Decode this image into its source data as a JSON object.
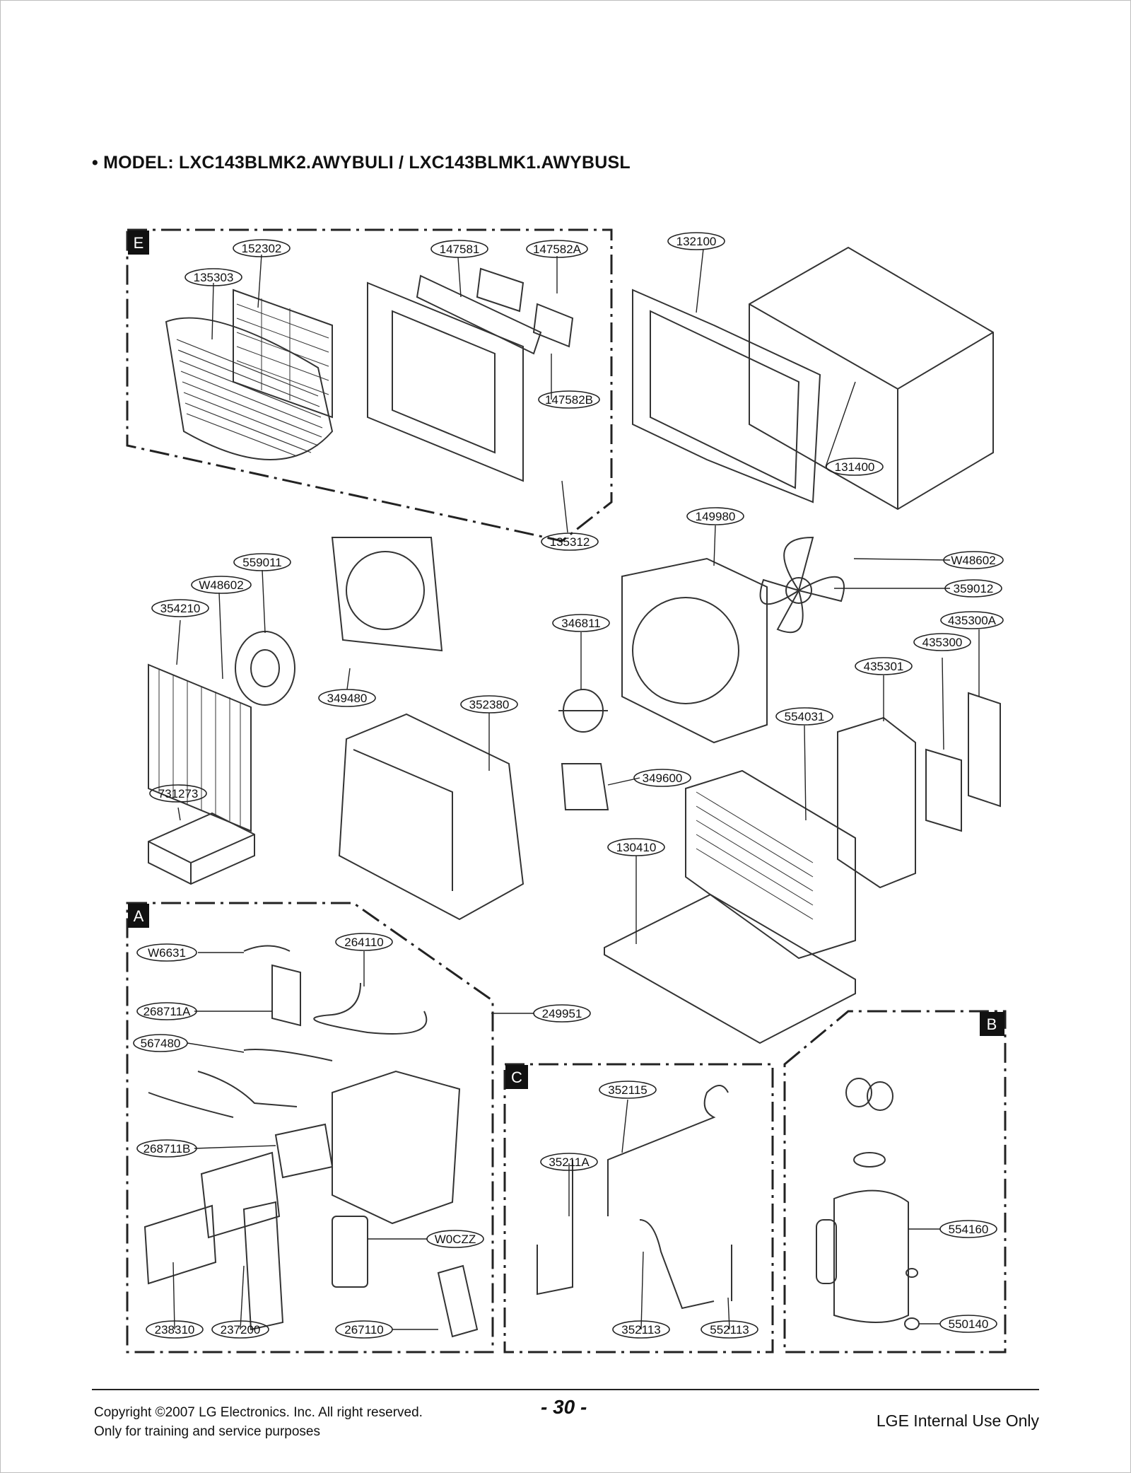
{
  "title": "• MODEL: LXC143BLMK2.AWYBULI / LXC143BLMK1.AWYBUSL",
  "sections": {
    "E": "E",
    "A": "A",
    "B": "B",
    "C": "C"
  },
  "parts": {
    "p152302": "152302",
    "p147581": "147581",
    "p147582A": "147582A",
    "p132100": "132100",
    "p135303": "135303",
    "p147582B": "147582B",
    "p131400": "131400",
    "p135312": "135312",
    "p149980": "149980",
    "p559011": "559011",
    "pW48602a": "W48602",
    "pW48602b": "W48602",
    "p359012": "359012",
    "p354210": "354210",
    "p435300A": "435300A",
    "p346811": "346811",
    "p435300": "435300",
    "p435301": "435301",
    "p349480": "349480",
    "p352380": "352380",
    "p554031": "554031",
    "p349600": "349600",
    "p731273": "731273",
    "p130410": "130410",
    "pW6631": "W6631",
    "p264110": "264110",
    "p268711A": "268711A",
    "p249951": "249951",
    "p567480": "567480",
    "p352115": "352115",
    "p268711B": "268711B",
    "p35211A": "35211A",
    "pW0CZZ": "W0CZZ",
    "p554160": "554160",
    "p238310": "238310",
    "p237200": "237200",
    "p267110": "267110",
    "p352113": "352113",
    "p552113": "552113",
    "p550140": "550140"
  },
  "footer": {
    "copyright": "Copyright ©2007 LG Electronics. Inc. All right reserved.",
    "training": "Only for training and service purposes",
    "page_number": "- 30 -",
    "internal": "LGE Internal Use Only"
  }
}
